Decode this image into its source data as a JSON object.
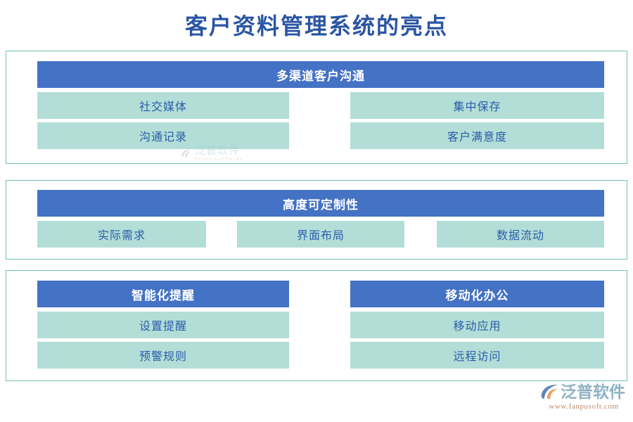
{
  "title": "客户资料管理系统的亮点",
  "theme": {
    "header_blue": "#4472C4",
    "item_teal": "#B3DED7",
    "card_border": "#6FC0B6",
    "title_blue": "#2A55A3",
    "item_text_blue": "#2A5CAA",
    "background": "#FFFFFF"
  },
  "sections": [
    {
      "id": "card-1",
      "layout": "two-column-shared-header",
      "header": "多渠道客户沟通",
      "items": [
        "社交媒体",
        "沟通记录",
        "集中保存",
        "客户满意度"
      ]
    },
    {
      "id": "card-2",
      "layout": "three-column-shared-header",
      "header": "高度可定制性",
      "items": [
        "实际需求",
        "界面布局",
        "数据流动"
      ]
    },
    {
      "id": "card-3",
      "layout": "two-independent-columns",
      "columns": [
        {
          "header": "智能化提醒",
          "items": [
            "设置提醒",
            "预警规则"
          ]
        },
        {
          "header": "移动化办公",
          "items": [
            "移动应用",
            "远程访问"
          ]
        }
      ]
    }
  ],
  "watermark": {
    "cn": "泛普软件",
    "en": "FANPU SOFTWARE"
  },
  "logo": {
    "cn": "泛普软件",
    "url": "www.fanpusoft.com"
  }
}
